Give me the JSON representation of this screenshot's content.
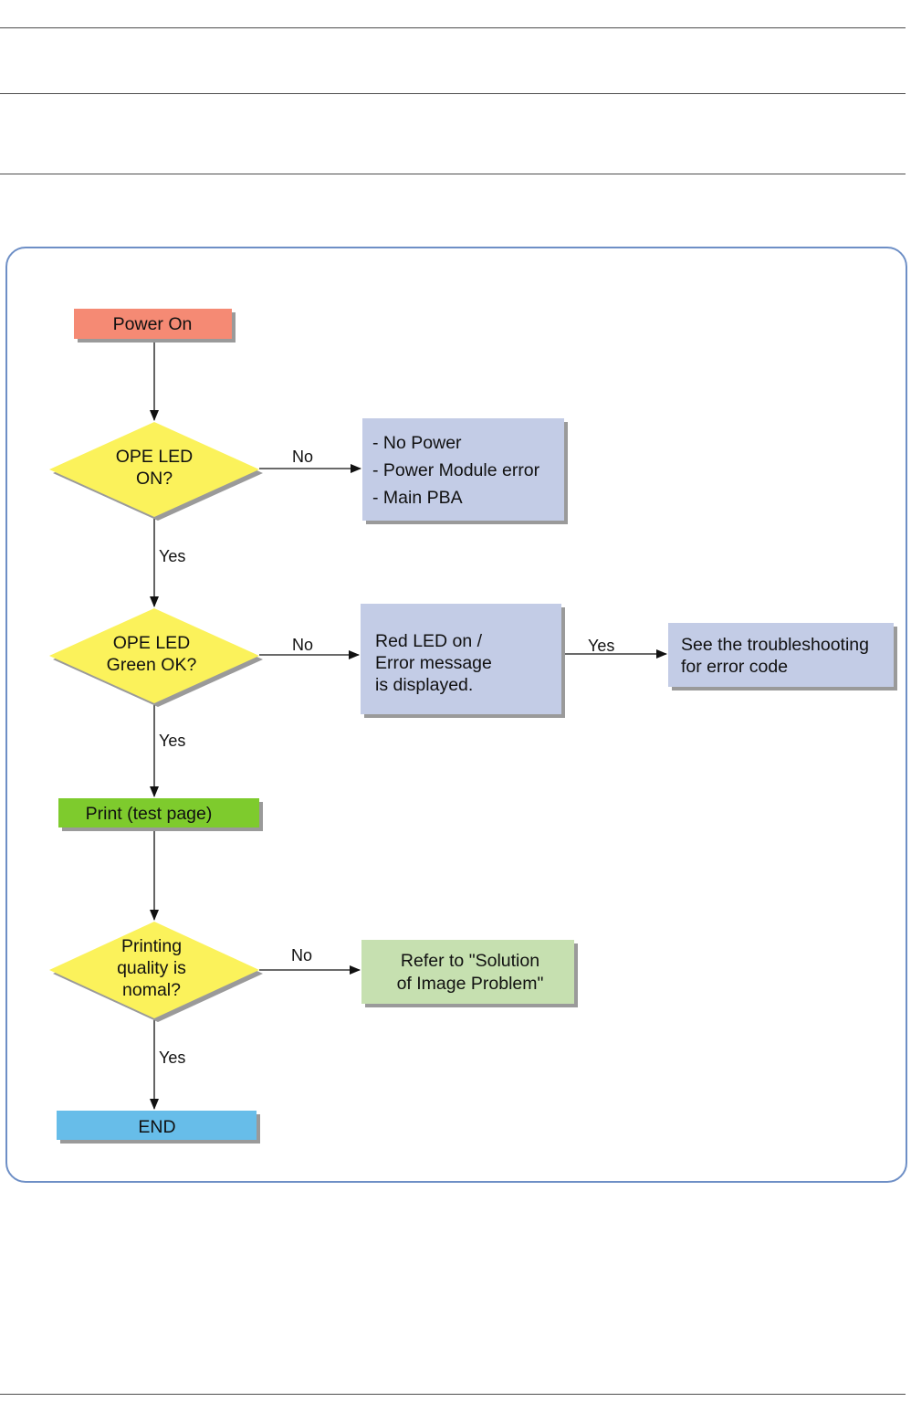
{
  "colors": {
    "start": "#f58a74",
    "decision": "#fbf25b",
    "info": "#c3cce6",
    "process": "#7ecb2d",
    "solution": "#c6e0b0",
    "end": "#67bde9",
    "shadow": "#9a9a9a",
    "line": "#111111",
    "panel_border": "#6e8fc6"
  },
  "nodes": {
    "power_on": {
      "lines": [
        "Power On"
      ]
    },
    "ope_led_on": {
      "lines": [
        "OPE LED",
        "ON?"
      ]
    },
    "no_power_info": {
      "lines": [
        "- No Power",
        "- Power Module error",
        "- Main PBA"
      ]
    },
    "ope_led_green": {
      "lines": [
        "OPE LED",
        "Green OK?"
      ]
    },
    "red_led_info": {
      "lines": [
        "Red LED on /",
        "Error message",
        "is displayed."
      ]
    },
    "troubleshooting": {
      "lines": [
        "See the troubleshooting",
        "for error code"
      ]
    },
    "print_test": {
      "lines": [
        "Print (test page)"
      ]
    },
    "printing_quality": {
      "lines": [
        "Printing",
        "quality is",
        "nomal?"
      ]
    },
    "refer_solution": {
      "lines": [
        "Refer to \"Solution",
        "of Image Problem\""
      ]
    },
    "end": {
      "lines": [
        "END"
      ]
    }
  },
  "edges": {
    "e1": {
      "label": ""
    },
    "e2": {
      "label": "No"
    },
    "e3": {
      "label": "Yes"
    },
    "e4": {
      "label": "No"
    },
    "e5": {
      "label": "Yes"
    },
    "e6": {
      "label": "Yes"
    },
    "e7": {
      "label": ""
    },
    "e8": {
      "label": "No"
    },
    "e9": {
      "label": "Yes"
    }
  }
}
